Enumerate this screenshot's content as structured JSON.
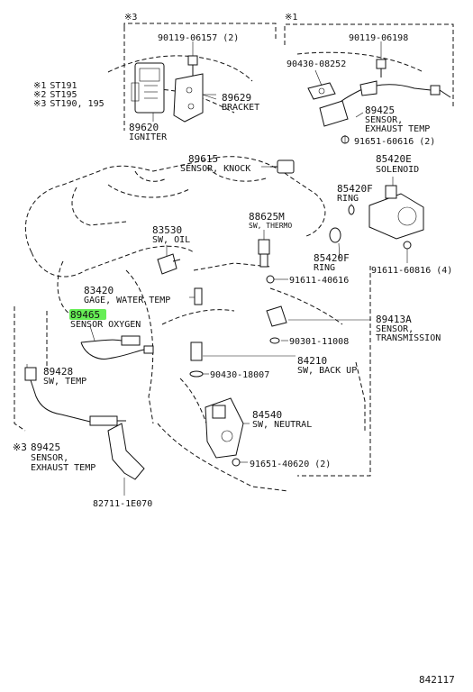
{
  "legend": [
    {
      "mark": "※1",
      "code": "ST191"
    },
    {
      "mark": "※2",
      "code": "ST195"
    },
    {
      "mark": "※3",
      "code": "ST190, 195"
    }
  ],
  "group_marks": {
    "left": "※3",
    "right": "※1",
    "lower_left": "※3"
  },
  "highlight_color": "#66ee55",
  "parts": {
    "p90119_06157": {
      "number": "90119-06157 (2)"
    },
    "p89620": {
      "number": "89620",
      "name": "IGNITER"
    },
    "p89629": {
      "number": "89629",
      "name": "BRACKET"
    },
    "p90119_06198": {
      "number": "90119-06198"
    },
    "p90430_08252": {
      "number": "90430-08252"
    },
    "p89425_top": {
      "number": "89425",
      "name1": "SENSOR,",
      "name2": "EXHAUST TEMP"
    },
    "p91651_60616": {
      "number": "91651-60616 (2)"
    },
    "p89615": {
      "number": "89615",
      "name": "SENSOR, KNOCK"
    },
    "p85420E": {
      "number": "85420E",
      "name": "SOLENOID"
    },
    "p85420F_top": {
      "number": "85420F",
      "name": "RING"
    },
    "p83530": {
      "number": "83530",
      "name": "SW, OIL"
    },
    "p88625M": {
      "number": "88625M",
      "name": "SW, THERMO"
    },
    "p85420F_bottom": {
      "number": "85420F",
      "name": "RING"
    },
    "p91611_60816": {
      "number": "91611-60816 (4)"
    },
    "p91611_40616": {
      "number": "91611-40616"
    },
    "p83420": {
      "number": "83420",
      "name": "GAGE, WATER TEMP"
    },
    "p89465": {
      "number": "89465",
      "name": "SENSOR OXYGEN"
    },
    "p89413A": {
      "number": "89413A",
      "name1": "SENSOR,",
      "name2": "TRANSMISSION"
    },
    "p90301_11008": {
      "number": "90301-11008"
    },
    "p89428": {
      "number": "89428",
      "name": "SW, TEMP"
    },
    "p84210": {
      "number": "84210",
      "name": "SW, BACK UP"
    },
    "p90430_18007": {
      "number": "90430-18007"
    },
    "p84540": {
      "number": "84540",
      "name": "SW, NEUTRAL"
    },
    "p89425_bottom": {
      "number": "89425",
      "name1": "SENSOR,",
      "name2": "EXHAUST TEMP"
    },
    "p91651_40620": {
      "number": "91651-40620 (2)"
    },
    "p82711": {
      "number": "82711-1E070"
    }
  },
  "diagram_id": "842117"
}
